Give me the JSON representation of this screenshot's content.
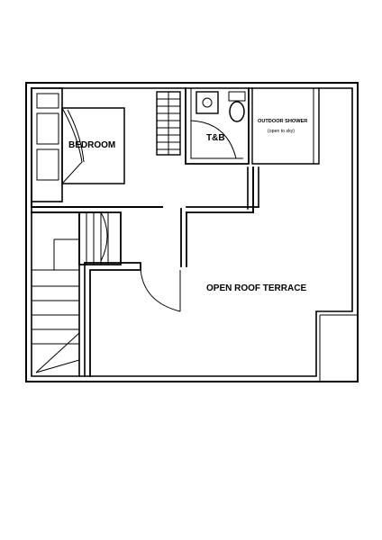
{
  "plan": {
    "rooms": {
      "bedroom": "BEDROOM",
      "toilet_bath": "T&B",
      "outdoor_shower": "OUTDOOR SHOWER",
      "outdoor_shower_note": "(open to sky)",
      "terrace": "OPEN ROOF TERRACE"
    },
    "line_color": "#000000",
    "background_color": "#ffffff"
  }
}
